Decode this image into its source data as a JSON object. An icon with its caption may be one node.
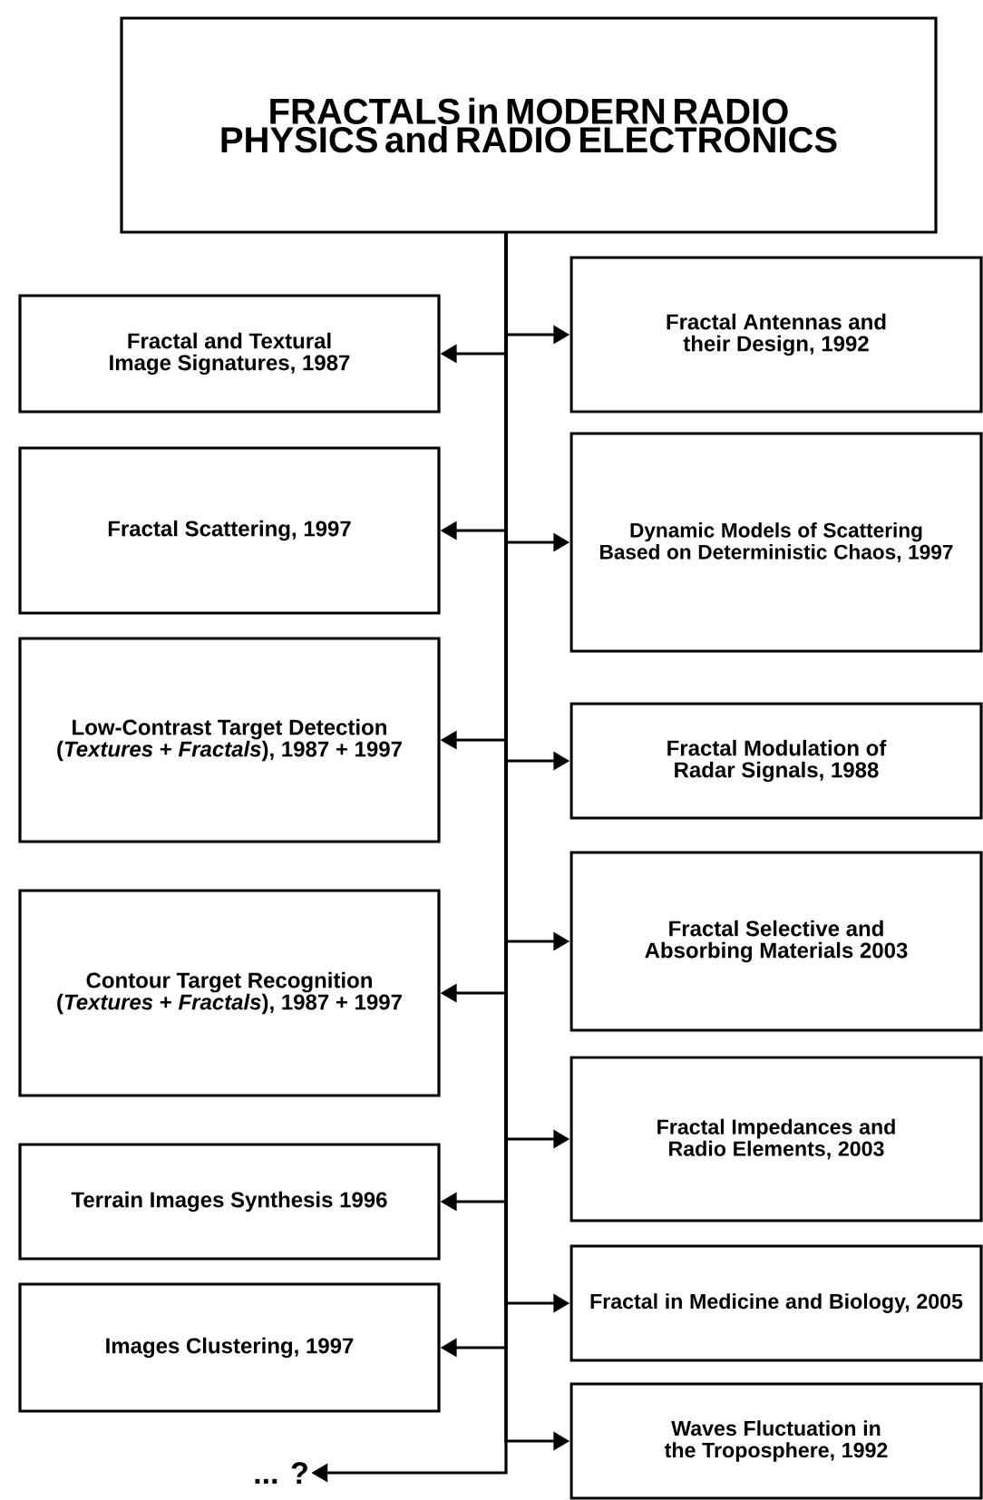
{
  "diagram": {
    "nodes": [
      {
        "text": [
          "FRACTALS in MODERN RADIO PHYSICS and RADIO ELECTRONICS"
        ]
      },
      {
        "text": [
          "Fractal and Textural Image Signatures, 1987"
        ]
      },
      {
        "text": [
          "Fractal Scattering, 1997"
        ]
      },
      {
        "text": [
          "Low-Contrast Target Detection (*Textures* + *Fractals*), 1987 + 1997"
        ]
      },
      {
        "text": [
          "Contour Target Recognition (*Textures* + *Fractals*), 1987 + 1997"
        ]
      },
      {
        "text": [
          "Terrain Images Synthesis 1996"
        ]
      },
      {
        "text": [
          "Images Clustering, 1997"
        ]
      },
      {
        "text": [
          "... ?"
        ]
      },
      {
        "text": [
          "Fractal Antennas and their Design, 1992"
        ]
      },
      {
        "text": [
          "Dynamic Models of Scattering Based on Deterministic Chaos, 1997"
        ]
      },
      {
        "text": [
          "Fractal Modulation of Radar Signals, 1988"
        ]
      },
      {
        "text": [
          "Fractal Selective and Absorbing Materials 2003"
        ]
      },
      {
        "text": [
          "Fractal Impedances and Radio Elements, 2003"
        ]
      },
      {
        "text": [
          "Fractal in Medicine and Biology, 2005"
        ]
      },
      {
        "text": [
          "Waves Fluctuation in the Troposphere, 1992"
        ]
      }
    ],
    "edges": [
      {
        "from": 0,
        "to": 1,
        "arrow": "to"
      },
      {
        "from": 0,
        "to": 2,
        "arrow": "to"
      },
      {
        "from": 0,
        "to": 3,
        "arrow": "to"
      },
      {
        "from": 0,
        "to": 4,
        "arrow": "to"
      },
      {
        "from": 0,
        "to": 5,
        "arrow": "to"
      },
      {
        "from": 0,
        "to": 6,
        "arrow": "to"
      },
      {
        "from": 0,
        "to": 7,
        "arrow": "to"
      },
      {
        "from": 0,
        "to": 8,
        "arrow": "to"
      },
      {
        "from": 0,
        "to": 9,
        "arrow": "to"
      },
      {
        "from": 0,
        "to": 10,
        "arrow": "to"
      },
      {
        "from": 0,
        "to": 11,
        "arrow": "to"
      },
      {
        "from": 0,
        "to": 12,
        "arrow": "to"
      },
      {
        "from": 0,
        "to": 13,
        "arrow": "to"
      },
      {
        "from": 0,
        "to": 14,
        "arrow": "to"
      }
    ]
  }
}
